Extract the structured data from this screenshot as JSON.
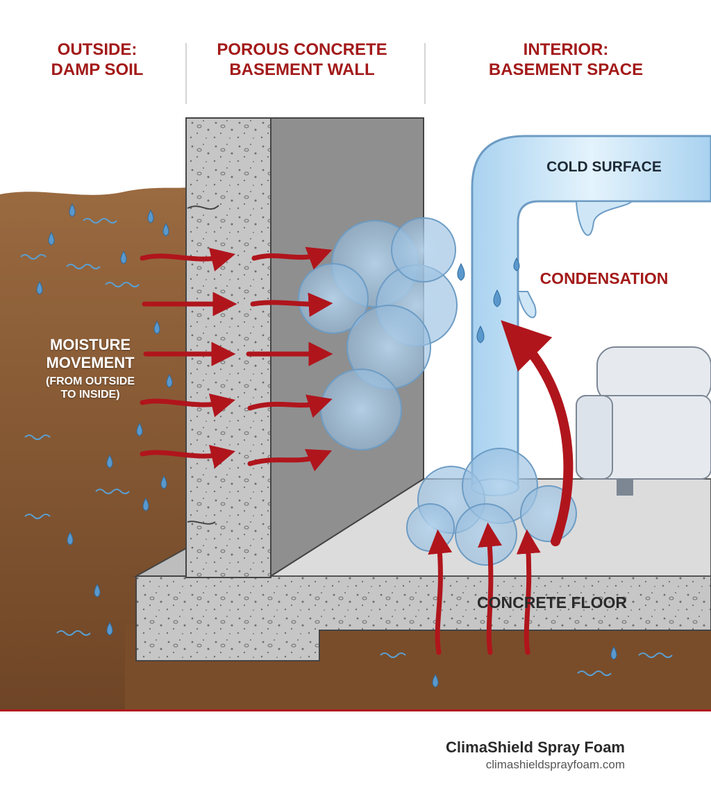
{
  "headers": {
    "outside": "OUTSIDE:\nDAMP SOIL",
    "wall": "POROUS CONCRETE\nBASEMENT WALL",
    "interior": "INTERIOR:\nBASEMENT SPACE"
  },
  "labels": {
    "cold_surface": "COLD SURFACE",
    "condensation": "CONDENSATION",
    "moisture_movement": "MOISTURE\nMOVEMENT",
    "moisture_direction": "(FROM OUTSIDE\nTO INSIDE)",
    "concrete_floor": "CONCRETE FLOOR"
  },
  "brand": {
    "name": "ClimaShield Spray Foam",
    "url": "climashieldsprayfoam.com"
  },
  "colors": {
    "accent_red": "#a31a1a",
    "arrow_red": "#b0151c",
    "soil": "#8a5a35",
    "concrete": "#c4c4c4",
    "vapor_blue": "#8fb8dc",
    "pipe_blue": "#cfe6f6"
  }
}
